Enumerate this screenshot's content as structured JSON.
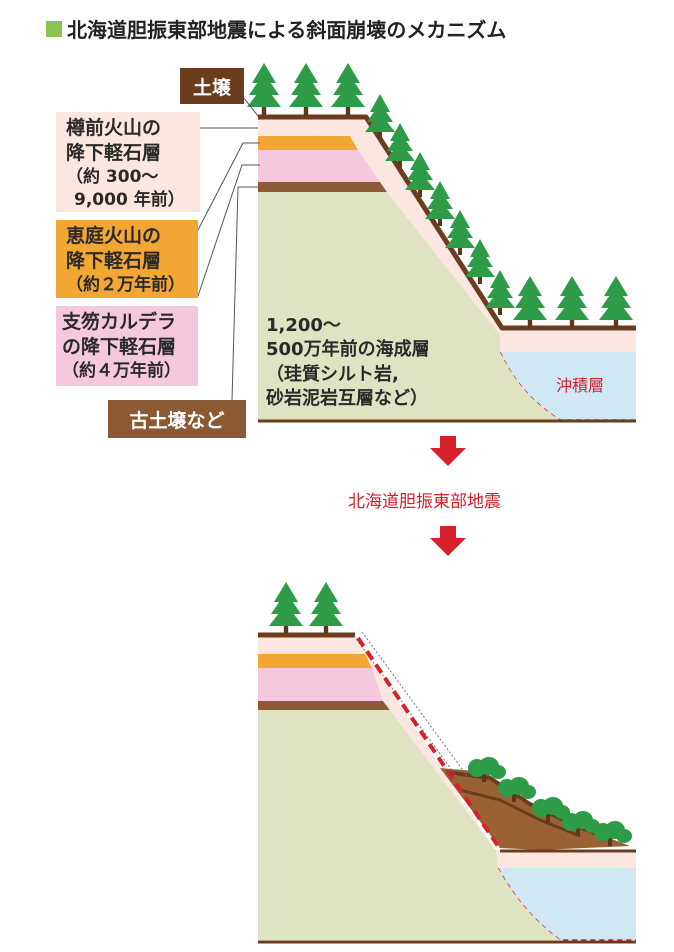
{
  "title": "北海道胆振東部地震による斜面崩壊のメカニズム",
  "labels": {
    "soil": "土壌",
    "tarumae": [
      "樽前火山の",
      "降下軽石層",
      "（約 300～",
      "9,000 年前）"
    ],
    "eniwa": [
      "恵庭火山の",
      "降下軽石層",
      "（約２万年前）"
    ],
    "shikotsu": [
      "支笏カルデラ",
      "の降下軽石層",
      "（約４万年前）"
    ],
    "old_soil": "古土壌など",
    "marine": [
      "1,200～",
      "500万年前の海成層",
      "（珪質シルト岩,",
      "砂岩泥岩互層など）"
    ],
    "alluvium": "沖積層",
    "earthquake": "北海道胆振東部地震"
  },
  "colors": {
    "soil": "#6b3d1e",
    "tarumae": "#fce6e0",
    "eniwa": "#f2a634",
    "shikotsu": "#f6c8dd",
    "old_soil": "#8b5a35",
    "marine": "#dfe3c2",
    "alluvium": "#cfe8f4",
    "tree": "#2e9b48",
    "arrow": "#d6212a",
    "debris": "#9a6233"
  },
  "icons": {
    "tree": "conifer-tree-icon",
    "arrow": "down-arrow-icon",
    "bullet": "green-square-icon"
  }
}
